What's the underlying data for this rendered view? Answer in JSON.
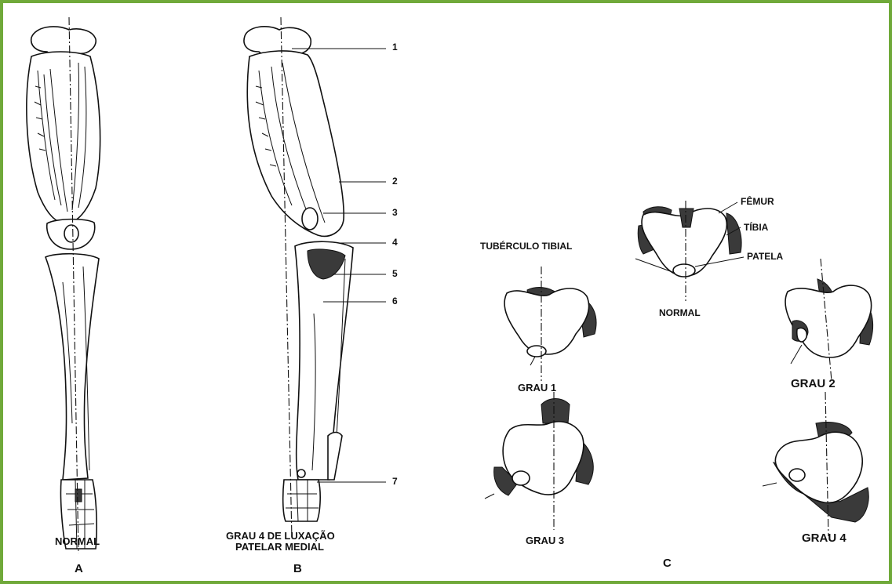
{
  "panels": {
    "a": {
      "letter": "A",
      "caption": "NORMAL"
    },
    "b": {
      "letter": "B",
      "caption_line1": "GRAU 4 DE LUXAÇÃO",
      "caption_line2": "PATELAR MEDIAL",
      "callouts": [
        "1",
        "2",
        "3",
        "4",
        "5",
        "6",
        "7"
      ]
    },
    "c": {
      "letter": "C",
      "labels": {
        "femur": "FÊMUR",
        "tibia": "TÍBIA",
        "patela": "PATELA",
        "tuberculo": "TUBÉRCULO TIBIAL",
        "normal": "NORMAL"
      },
      "grades": [
        "GRAU 1",
        "GRAU 2",
        "GRAU 3",
        "GRAU 4"
      ]
    }
  },
  "colors": {
    "border": "#70a93a",
    "ink": "#111111",
    "shade": "#3a3a3a"
  }
}
